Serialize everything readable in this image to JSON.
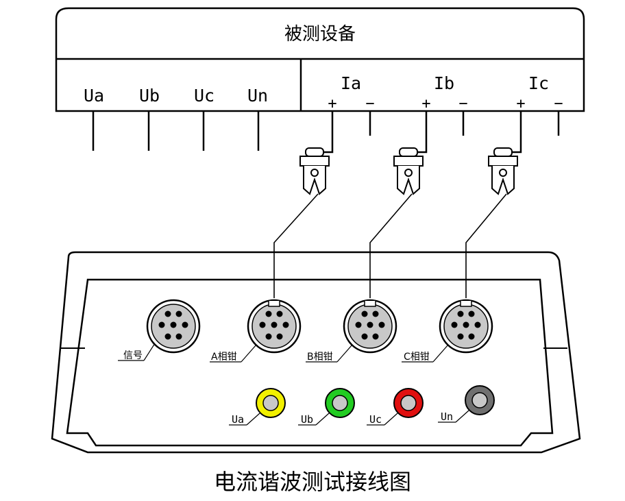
{
  "device_under_test": {
    "title": "被测设备",
    "voltage_terminals": [
      "Ua",
      "Ub",
      "Uc",
      "Un"
    ],
    "current_terminals": [
      {
        "label": "Ia",
        "plus": "+",
        "minus": "−"
      },
      {
        "label": "Ib",
        "plus": "+",
        "minus": "−"
      },
      {
        "label": "Ic",
        "plus": "+",
        "minus": "−"
      }
    ]
  },
  "instrument": {
    "connectors": [
      "信号",
      "A相钳",
      "B相钳",
      "C相钳"
    ],
    "jacks": [
      {
        "label": "Ua",
        "color": "#f2f000"
      },
      {
        "label": "Ub",
        "color": "#22cc22"
      },
      {
        "label": "Uc",
        "color": "#e01010"
      },
      {
        "label": "Un",
        "color": "#707070"
      }
    ]
  },
  "caption": "电流谐波测试接线图"
}
